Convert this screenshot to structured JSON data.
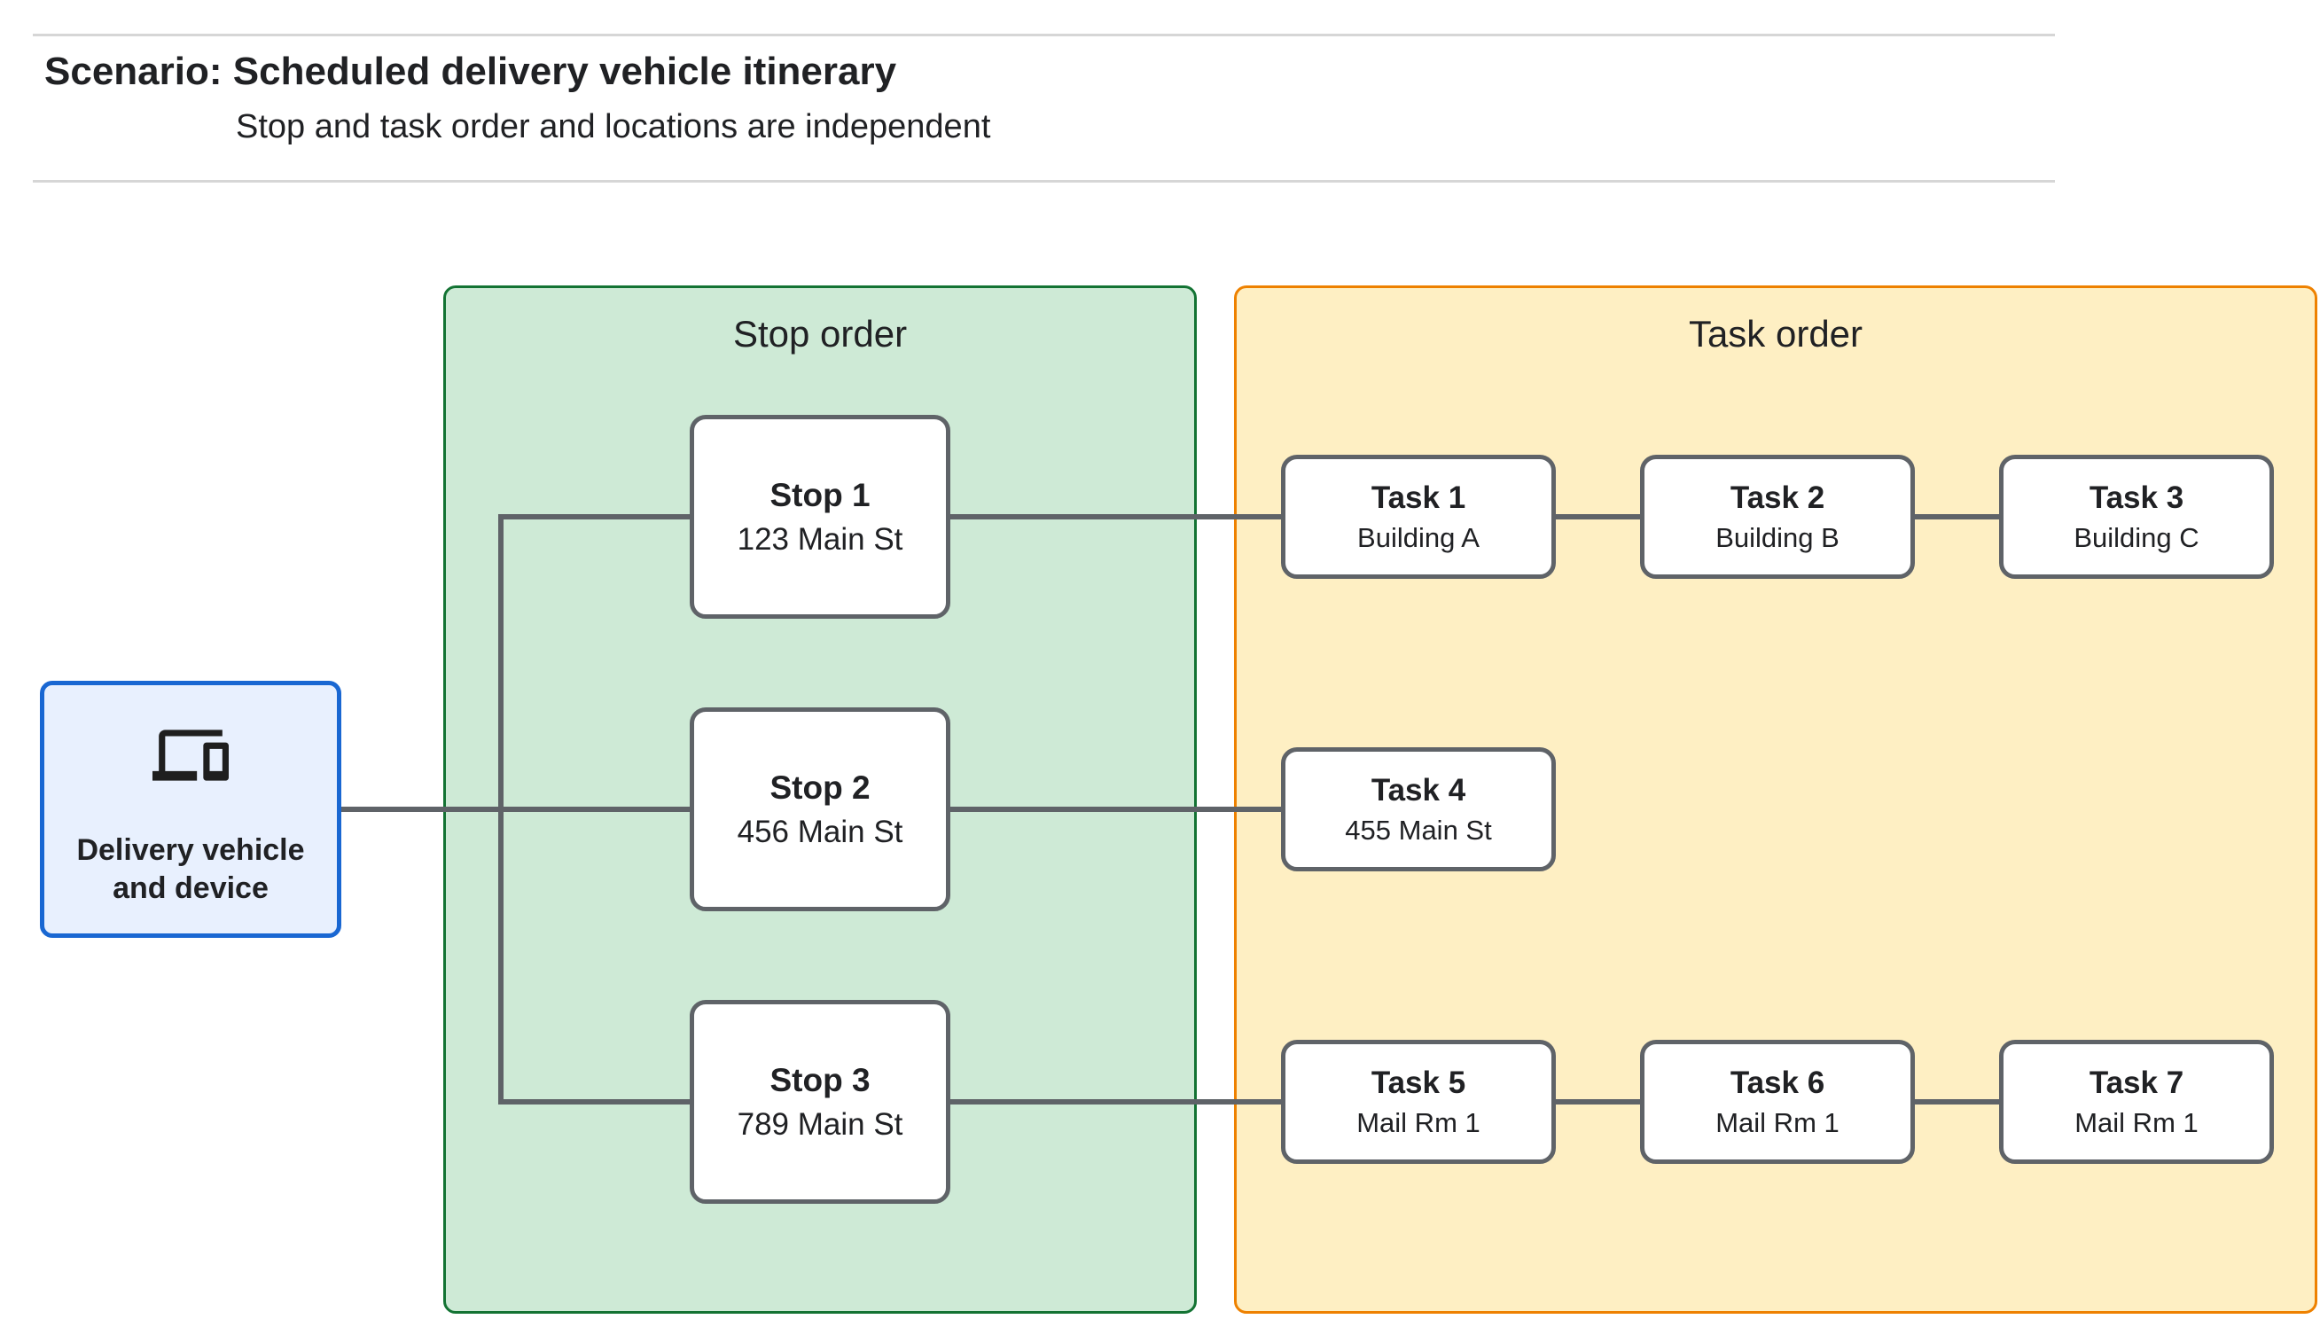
{
  "header": {
    "title_prefix": "Scenario:",
    "title": "Scheduled delivery vehicle itinerary",
    "subtitle": "Stop and task order and locations are independent"
  },
  "vehicle": {
    "label": "Delivery vehicle and device",
    "icon": "devices-icon"
  },
  "stop_group": {
    "title": "Stop order",
    "stops": [
      {
        "name": "Stop 1",
        "location": "123 Main St"
      },
      {
        "name": "Stop 2",
        "location": "456 Main St"
      },
      {
        "name": "Stop 3",
        "location": "789 Main St"
      }
    ]
  },
  "task_group": {
    "title": "Task order",
    "tasks": [
      {
        "name": "Task 1",
        "location": "Building A"
      },
      {
        "name": "Task 2",
        "location": "Building B"
      },
      {
        "name": "Task 3",
        "location": "Building C"
      },
      {
        "name": "Task 4",
        "location": "455 Main St"
      },
      {
        "name": "Task 5",
        "location": "Mail Rm 1"
      },
      {
        "name": "Task 6",
        "location": "Mail Rm 1"
      },
      {
        "name": "Task 7",
        "location": "Mail Rm 1"
      }
    ]
  },
  "colors": {
    "stop_fill": "#ceead6",
    "stop_border": "#137333",
    "task_fill": "#feefc3",
    "task_border": "#ee8100",
    "vehicle_fill": "#e8f0fe",
    "vehicle_border": "#1967d2",
    "node_border": "#5f6368",
    "connector": "#5f6368",
    "text": "#202124",
    "rule": "#d6d6d6"
  }
}
